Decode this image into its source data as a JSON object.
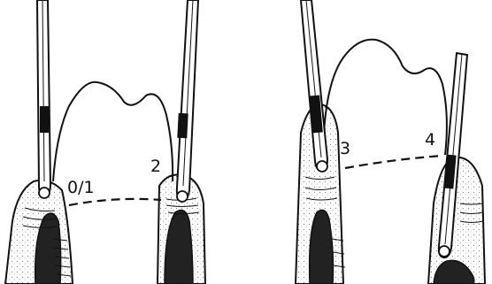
{
  "figure": {
    "panels": [
      {
        "id": "left",
        "labels": [
          "0/1",
          "2"
        ]
      },
      {
        "id": "right",
        "labels": [
          "3",
          "4"
        ]
      }
    ]
  },
  "colors": {
    "ink": "#111111",
    "bone": "#e9e9e9",
    "pulp": "#222222",
    "probe_band": "#111111",
    "background": "#ffffff"
  }
}
